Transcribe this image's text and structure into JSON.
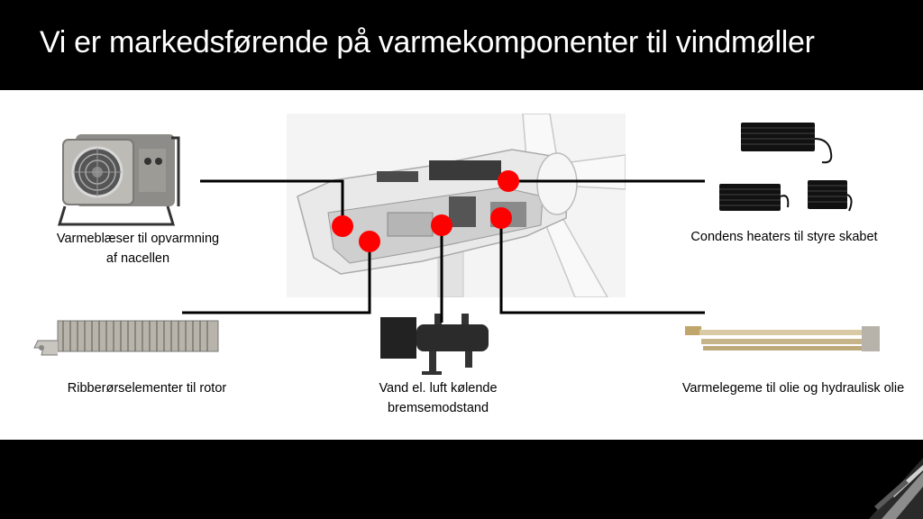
{
  "slide": {
    "title": "Vi er markedsførende på varmekomponenter til vindmøller"
  },
  "products": [
    {
      "name": "fan-heater",
      "label_line1": "Varmeblæser til opvarmning",
      "label_line2": "af nacellen"
    },
    {
      "name": "condens-heaters",
      "label_line1": "Condens heaters til styre skabet"
    },
    {
      "name": "finned-tube-element",
      "label_line1": "Ribberørselementer til rotor"
    },
    {
      "name": "brake-resistor",
      "label_line1": "Vand el. luft kølende",
      "label_line2": "bremsemodstand"
    },
    {
      "name": "oil-heater",
      "label_line1": "Varmelegeme til olie og hydraulisk olie"
    }
  ],
  "colors": {
    "title_bar": "#000000",
    "title_text": "#ffffff",
    "content_bg": "#ffffff",
    "marker": "#ff0000",
    "connector": "#000000"
  }
}
